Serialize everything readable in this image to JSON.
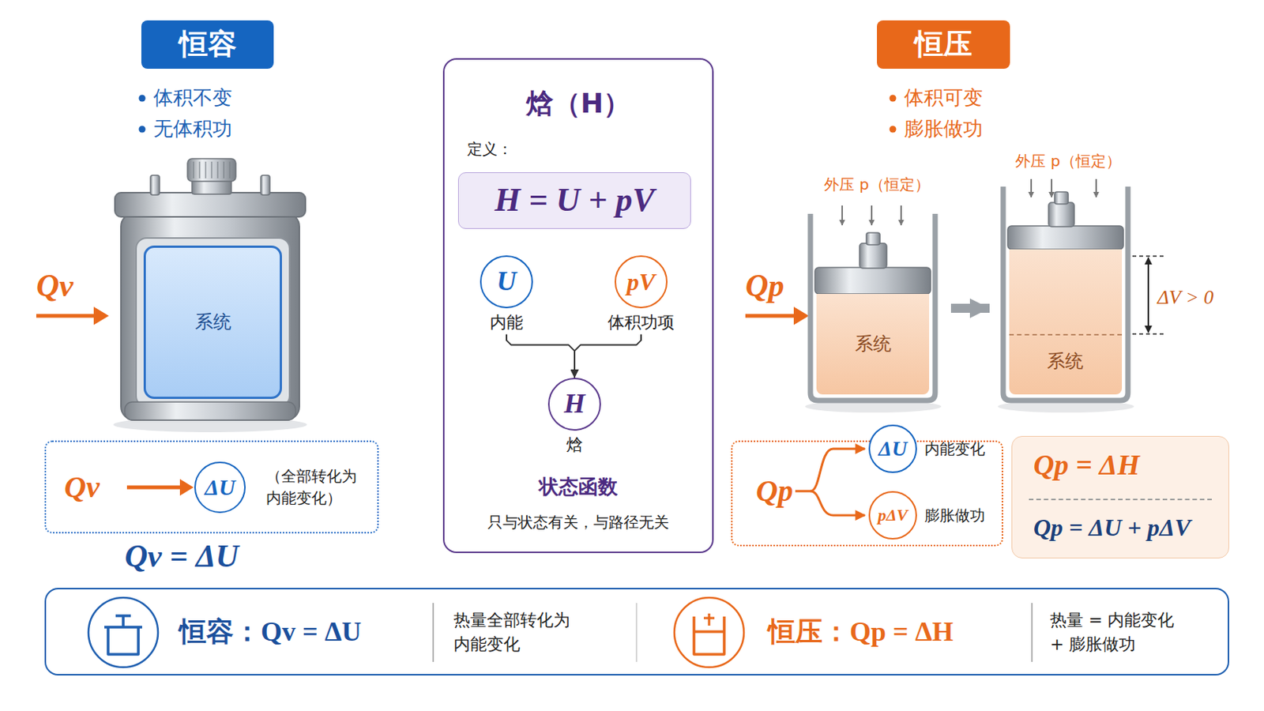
{
  "diagram": {
    "nodes": [
      {
        "text": [
          "恒容"
        ]
      },
      {
        "text": [
          "焓（H）",
          "定义：",
          "状态函数",
          "只与状态有关，与路径无关"
        ]
      },
      {
        "text": [
          "H = U + pV"
        ],
        "in": 1
      },
      {
        "text": [
          "U",
          "内能"
        ],
        "in": 1
      },
      {
        "text": [
          "pV",
          "体积功项"
        ],
        "in": 1
      },
      {
        "text": [
          "H",
          "焓"
        ],
        "in": 1
      },
      {
        "text": [
          "恒压"
        ]
      },
      {
        "text": [
          "系统"
        ]
      },
      {
        "text": [
          "系统"
        ]
      },
      {
        "text": [
          "系统"
        ]
      },
      {
        "text": [
          "Qv",
          "（全部转化为 内能变化）"
        ]
      },
      {
        "text": [
          "ΔU"
        ],
        "in": 10
      },
      {
        "text": [
          "Qp"
        ]
      },
      {
        "text": [
          "ΔU",
          "内能变化"
        ],
        "in": 12
      },
      {
        "text": [
          "pΔV",
          "膨胀做功"
        ],
        "in": 12
      },
      {
        "text": [
          "Qp = ΔH",
          "Qp = ΔU + pΔV"
        ]
      },
      {
        "text": [
          "恒容：Qv = ΔU",
          "热量全部转化为 内能变化",
          "恒压：Qp = ΔH",
          "热量 = 内能变化 + 膨胀做功"
        ]
      }
    ],
    "edges": [
      {
        "from": 3,
        "to": 5,
        "arrow": "to"
      },
      {
        "from": 4,
        "to": 5,
        "arrow": "to"
      },
      {
        "from": 8,
        "to": 9,
        "arrow": "to"
      }
    ],
    "labels": [
      "体积不变",
      "无体积功",
      "体积可变",
      "膨胀做功",
      "Qv",
      "Qp",
      "外压 p（恒定）",
      "外压 p（恒定）",
      "ΔV > 0",
      "Qv = ΔU"
    ]
  }
}
